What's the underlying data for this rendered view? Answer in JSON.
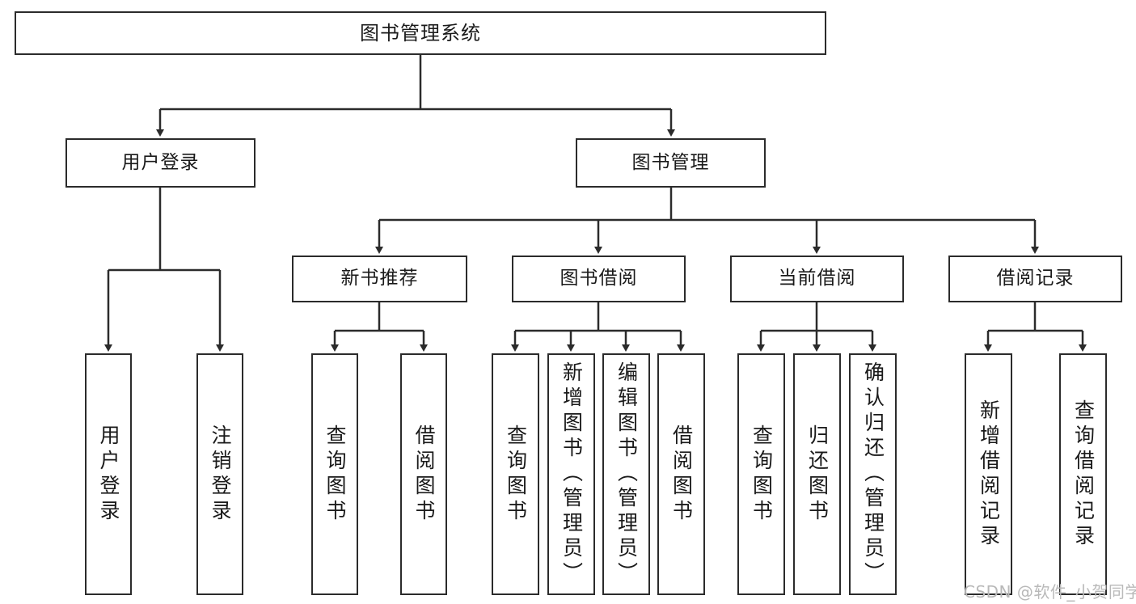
{
  "diagram": {
    "type": "tree",
    "title": "图书管理系统",
    "watermark": "CSDN @软件_小贺同学",
    "colors": {
      "stroke": "#2b2b2b",
      "background": "#ffffff",
      "text": "#1a1a1a",
      "watermark": "#b9b9b9"
    },
    "levels": {
      "root": {
        "label": "图书管理系统"
      },
      "level2": [
        {
          "label": "用户登录"
        },
        {
          "label": "图书管理"
        }
      ],
      "level3": [
        {
          "label": "新书推荐"
        },
        {
          "label": "图书借阅"
        },
        {
          "label": "当前借阅"
        },
        {
          "label": "借阅记录"
        }
      ],
      "leaves": {
        "user_login": [
          {
            "label": "用户登录"
          },
          {
            "label": "注销登录"
          }
        ],
        "new_book_recommend": [
          {
            "label": "查询图书"
          },
          {
            "label": "借阅图书"
          }
        ],
        "book_borrow": [
          {
            "label": "查询图书"
          },
          {
            "label": "新增图书（管理员）"
          },
          {
            "label": "编辑图书（管理员）"
          },
          {
            "label": "借阅图书"
          }
        ],
        "current_borrow": [
          {
            "label": "查询图书"
          },
          {
            "label": "归还图书"
          },
          {
            "label": "确认归还（管理员）"
          }
        ],
        "borrow_record": [
          {
            "label": "新增借阅记录"
          },
          {
            "label": "查询借阅记录"
          }
        ]
      }
    }
  }
}
